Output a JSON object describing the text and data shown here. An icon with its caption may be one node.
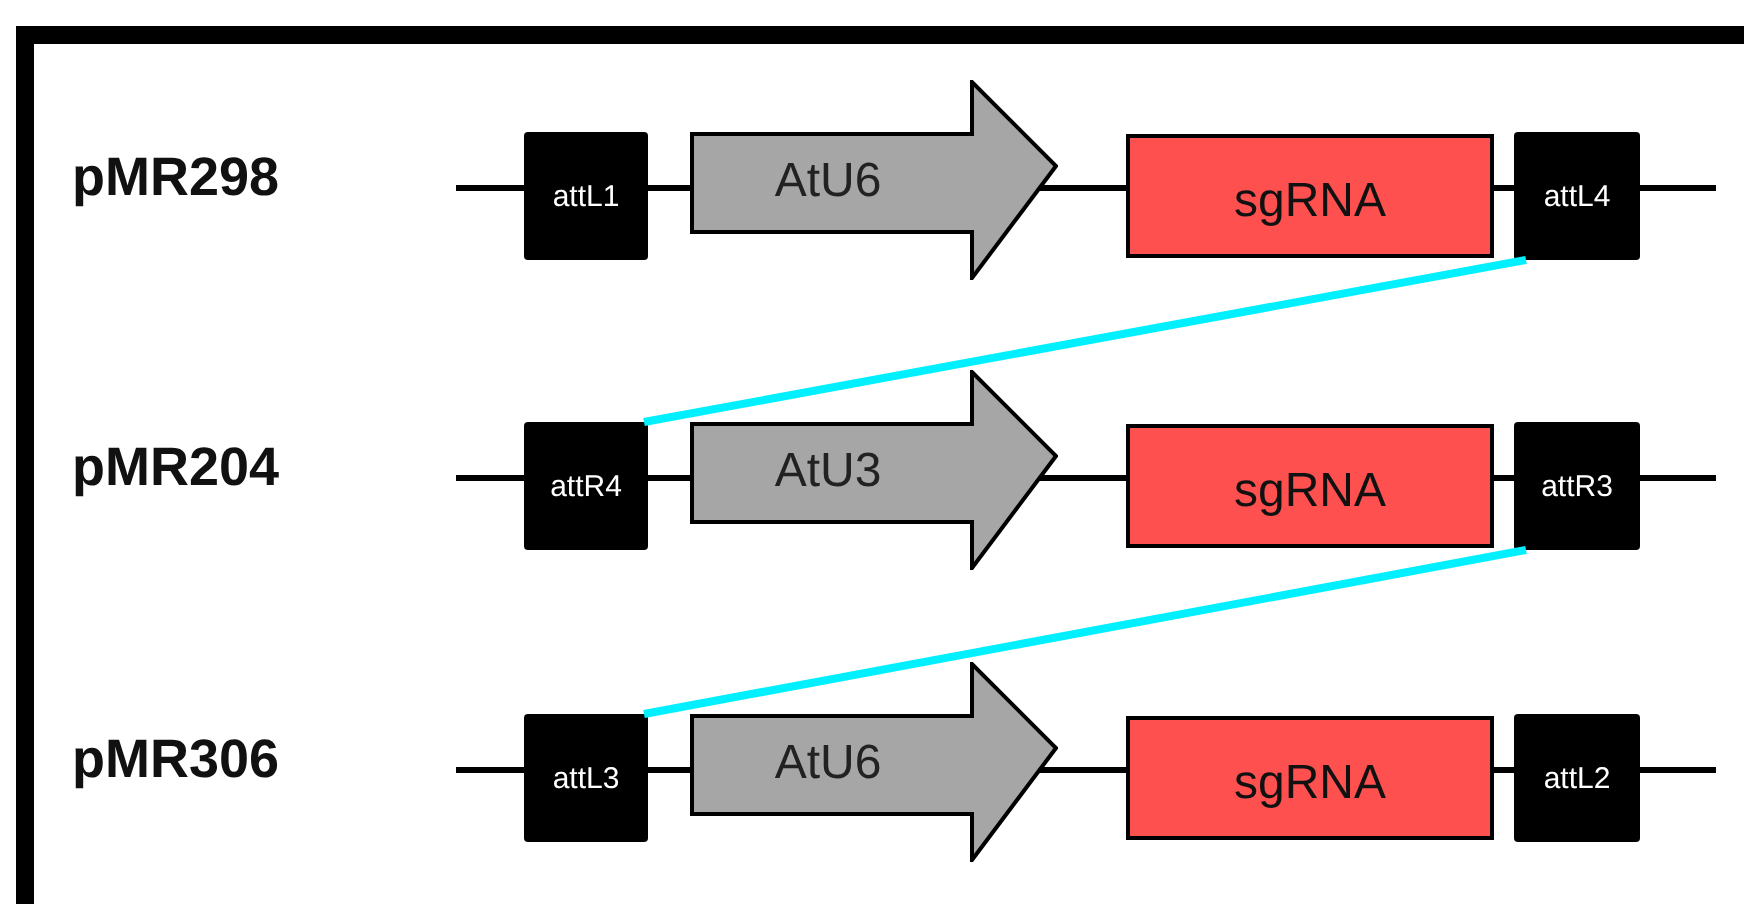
{
  "diagram": {
    "nodes": [
      {
        "text": [
          "attL1"
        ]
      },
      {
        "text": [
          "AtU6"
        ]
      },
      {
        "text": [
          "sgRNA"
        ]
      },
      {
        "text": [
          "attL4"
        ]
      },
      {
        "text": [
          "attR4"
        ]
      },
      {
        "text": [
          "AtU3"
        ]
      },
      {
        "text": [
          "sgRNA"
        ]
      },
      {
        "text": [
          "attR3"
        ]
      },
      {
        "text": [
          "attL3"
        ]
      },
      {
        "text": [
          "AtU6"
        ]
      },
      {
        "text": [
          "sgRNA"
        ]
      },
      {
        "text": [
          "attL2"
        ]
      }
    ],
    "edges": [
      {
        "from": 3,
        "to": 4,
        "arrow": "none"
      },
      {
        "from": 7,
        "to": 8,
        "arrow": "none"
      }
    ],
    "labels": [
      "pMR298",
      "pMR204",
      "pMR306"
    ]
  }
}
